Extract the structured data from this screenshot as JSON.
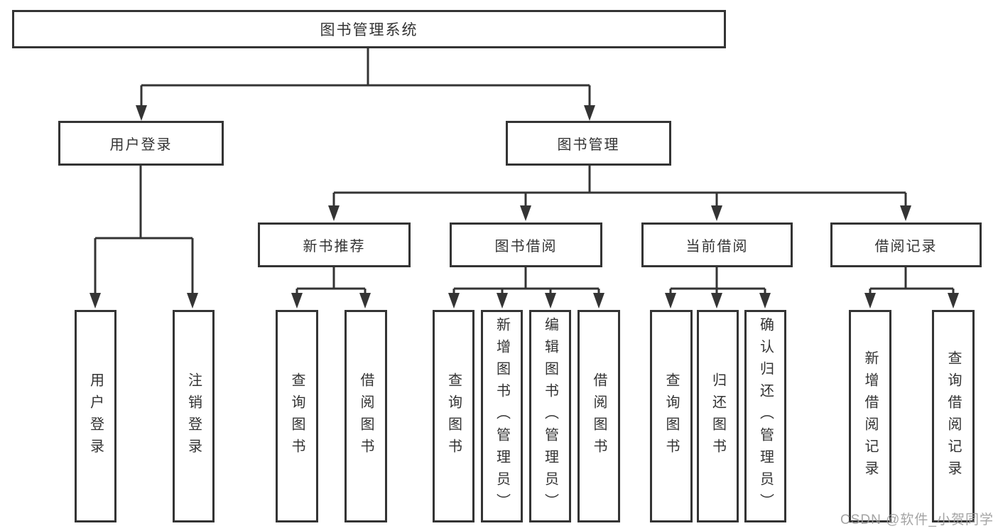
{
  "colors": {
    "line": "#343434",
    "box_border": "#343434",
    "box_fill": "#ffffff",
    "text": "#333333",
    "watermark": "#9b9b9b",
    "background": "#ffffff"
  },
  "watermark": {
    "text": "CSDN @软件_小贺同学"
  },
  "tree": {
    "label": "图书管理系统",
    "children": [
      {
        "label": "用户登录",
        "children": [
          {
            "label": "用户登录"
          },
          {
            "label": "注销登录"
          }
        ]
      },
      {
        "label": "图书管理",
        "children": [
          {
            "label": "新书推荐",
            "children": [
              {
                "label": "查询图书"
              },
              {
                "label": "借阅图书"
              }
            ]
          },
          {
            "label": "图书借阅",
            "children": [
              {
                "label": "查询图书"
              },
              {
                "label": "新增图书（管理员）"
              },
              {
                "label": "编辑图书（管理员）"
              },
              {
                "label": "借阅图书"
              }
            ]
          },
          {
            "label": "当前借阅",
            "children": [
              {
                "label": "查询图书"
              },
              {
                "label": "归还图书"
              },
              {
                "label": "确认归还（管理员）"
              }
            ]
          },
          {
            "label": "借阅记录",
            "children": [
              {
                "label": "新增借阅记录"
              },
              {
                "label": "查询借阅记录"
              }
            ]
          }
        ]
      }
    ]
  }
}
